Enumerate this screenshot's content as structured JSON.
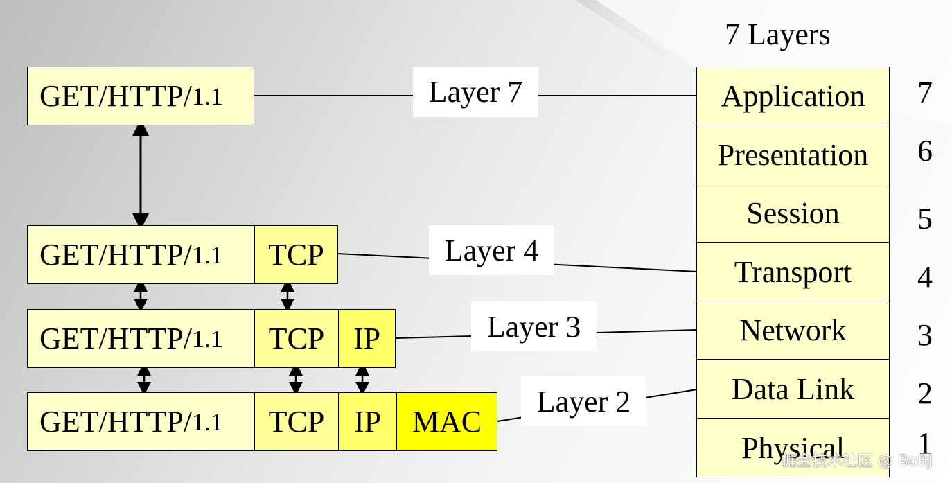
{
  "stack": {
    "title": "7 Layers",
    "layers": [
      {
        "number": "7",
        "name": "Application"
      },
      {
        "number": "6",
        "name": "Presentation"
      },
      {
        "number": "5",
        "name": "Session"
      },
      {
        "number": "4",
        "name": "Transport"
      },
      {
        "number": "3",
        "name": "Network"
      },
      {
        "number": "2",
        "name": "Data Link"
      },
      {
        "number": "1",
        "name": "Physical"
      }
    ]
  },
  "encapsulation": {
    "http_main": "GET/HTTP/",
    "http_version": "1.1",
    "tcp": "TCP",
    "ip": "IP",
    "mac": "MAC"
  },
  "connector_labels": {
    "layer7": "Layer 7",
    "layer4": "Layer 4",
    "layer3": "Layer 3",
    "layer2": "Layer 2"
  },
  "watermark": "掘金技术社区 @ BoBJ",
  "colors": {
    "http_fill": "#ffffcc",
    "tcp_fill": "#ffff99",
    "ip_fill": "#ffff66",
    "mac_fill": "#ffff00",
    "layer_fill": "#ffffcc"
  }
}
